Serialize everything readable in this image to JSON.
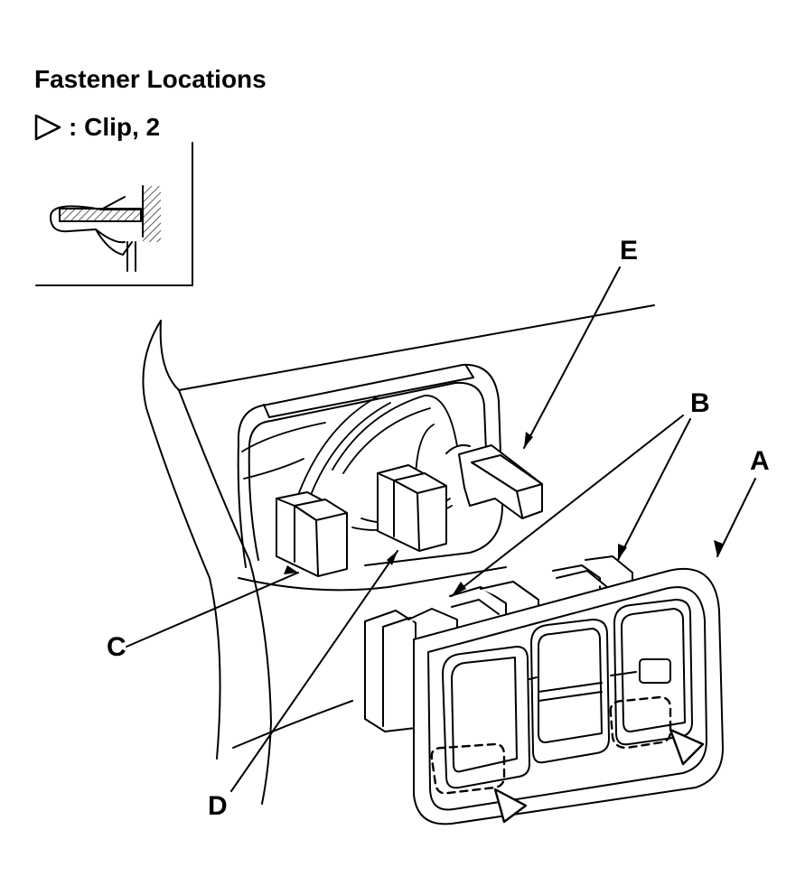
{
  "heading": "Fastener Locations",
  "legend": {
    "symbol": "clip-triangle-icon",
    "label": ": Clip, 2"
  },
  "callouts": {
    "a": "A",
    "b": "B",
    "c": "C",
    "d": "D",
    "e": "E"
  },
  "colors": {
    "line": "#000000",
    "background": "#ffffff"
  }
}
